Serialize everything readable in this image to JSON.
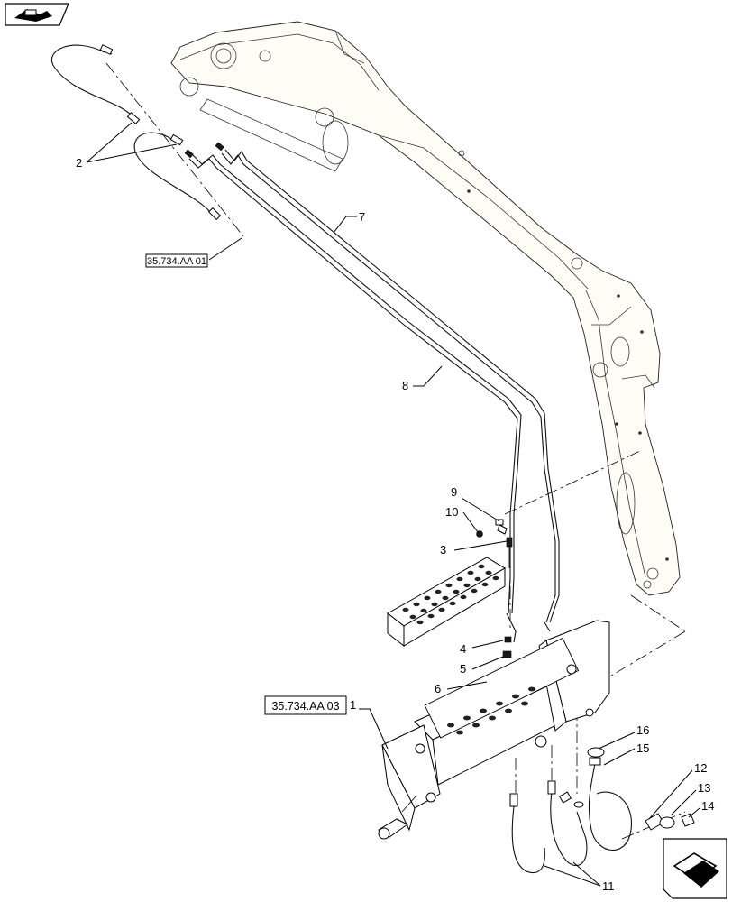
{
  "diagram": {
    "callouts": [
      {
        "id": "c1",
        "text": "1"
      },
      {
        "id": "c2",
        "text": "2"
      },
      {
        "id": "c3",
        "text": "3"
      },
      {
        "id": "c4",
        "text": "4"
      },
      {
        "id": "c5",
        "text": "5"
      },
      {
        "id": "c6",
        "text": "6"
      },
      {
        "id": "c7",
        "text": "7"
      },
      {
        "id": "c8",
        "text": "8"
      },
      {
        "id": "c9",
        "text": "9"
      },
      {
        "id": "c10",
        "text": "10"
      },
      {
        "id": "c11",
        "text": "11"
      },
      {
        "id": "c12",
        "text": "12"
      },
      {
        "id": "c13",
        "text": "13"
      },
      {
        "id": "c14",
        "text": "14"
      },
      {
        "id": "c15",
        "text": "15"
      },
      {
        "id": "c16",
        "text": "16"
      }
    ],
    "references": {
      "ref_top": "35.734.AA 01",
      "ref_bottom": "35.734.AA 03"
    },
    "nav": {
      "prev_icon": "back-arrow-icon",
      "next_icon": "next-arrow-icon"
    }
  }
}
